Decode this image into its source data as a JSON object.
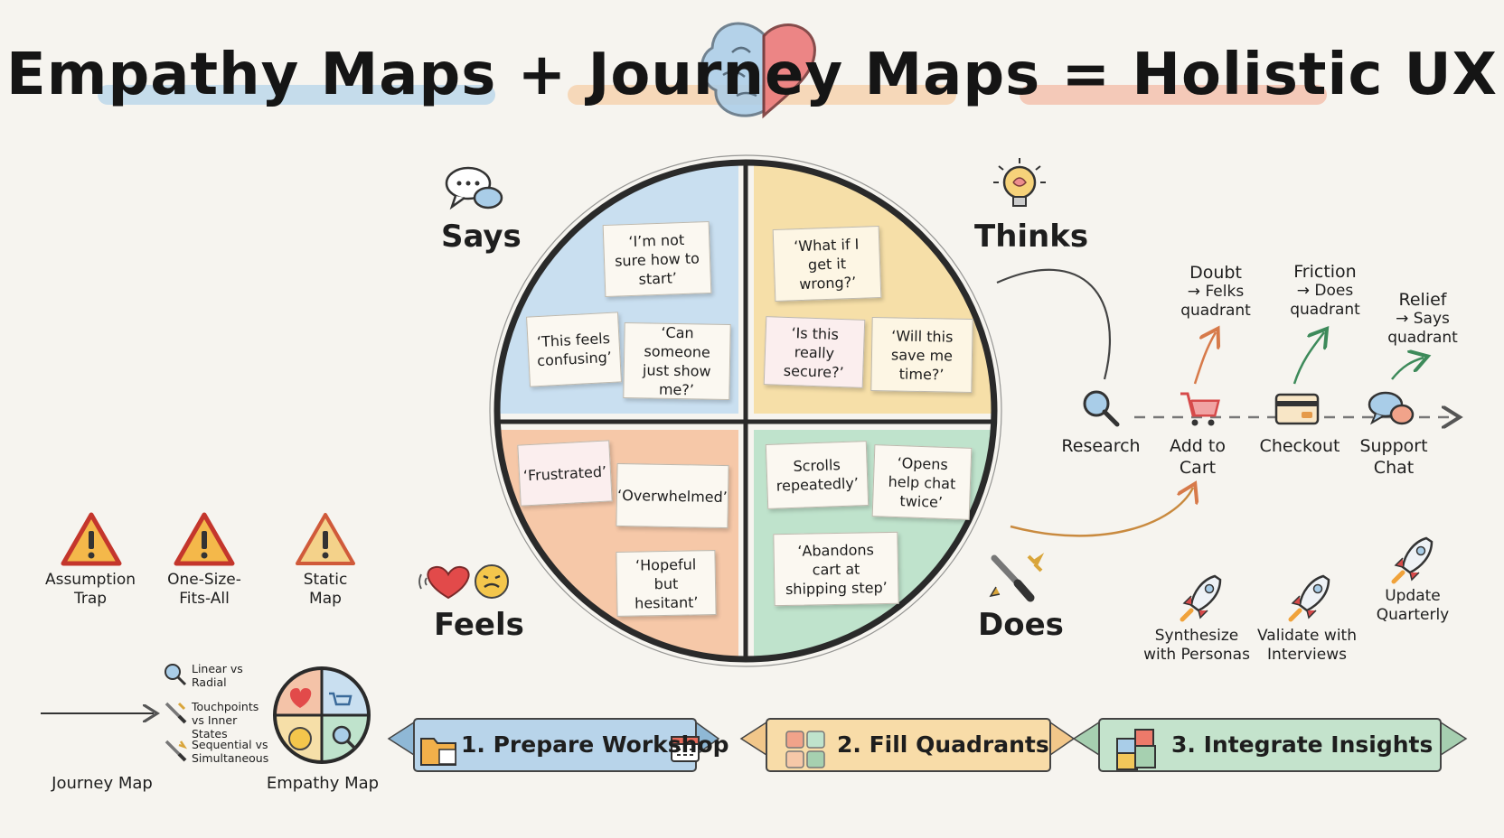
{
  "title": "Empathy Maps + Journey Maps = Holistic UX",
  "quadrants": {
    "says": {
      "label": "Says",
      "notes": [
        "‘I’m not sure how to start’",
        "‘This feels confusing’",
        "‘Can someone just show me?’"
      ]
    },
    "thinks": {
      "label": "Thinks",
      "notes": [
        "‘What if I get it wrong?’",
        "‘Is this really secure?’",
        "‘Will this save me time?’"
      ]
    },
    "feels": {
      "label": "Feels",
      "notes": [
        "‘Frustrated’",
        "‘Overwhelmed’",
        "‘Hopeful but hesitant’"
      ]
    },
    "does": {
      "label": "Does",
      "notes": [
        "Scrolls repeatedly’",
        "‘Opens help chat twice’",
        "‘Abandons cart at shipping step’"
      ]
    }
  },
  "journey": {
    "steps": [
      "Research",
      "Add to Cart",
      "Checkout",
      "Support Chat"
    ],
    "emotions": [
      {
        "top": "Doubt",
        "mid": "→ Felks",
        "bottom": "quadrant"
      },
      {
        "top": "Friction",
        "mid": "→ Does",
        "bottom": "quadrant"
      },
      {
        "top": "Relief",
        "mid": "→ Says",
        "bottom": "quadrant"
      }
    ]
  },
  "pitfalls": [
    "Assumption Trap",
    "One-Size-Fits-All",
    "Static Map"
  ],
  "comparison": {
    "journey_label": "Journey Map",
    "empathy_label": "Empathy Map",
    "items": [
      "Linear vs Radial",
      "Touchpoints vs Inner States",
      "Sequential vs Simultaneous"
    ]
  },
  "actions": [
    "Synthesize with Personas",
    "Validate with Interviews",
    "Update Quarterly"
  ],
  "steps_banner": [
    "1. Prepare Workshop",
    "2. Fill Quadrants",
    "3. Integrate Insights"
  ],
  "colors": {
    "says": "#c9dff0",
    "thinks": "#f6dfa8",
    "feels": "#f6c8a8",
    "does": "#bfe3cc",
    "title_blue": "#9cc9e8",
    "title_orange": "#f5c18d",
    "title_red": "#f2a58a"
  }
}
